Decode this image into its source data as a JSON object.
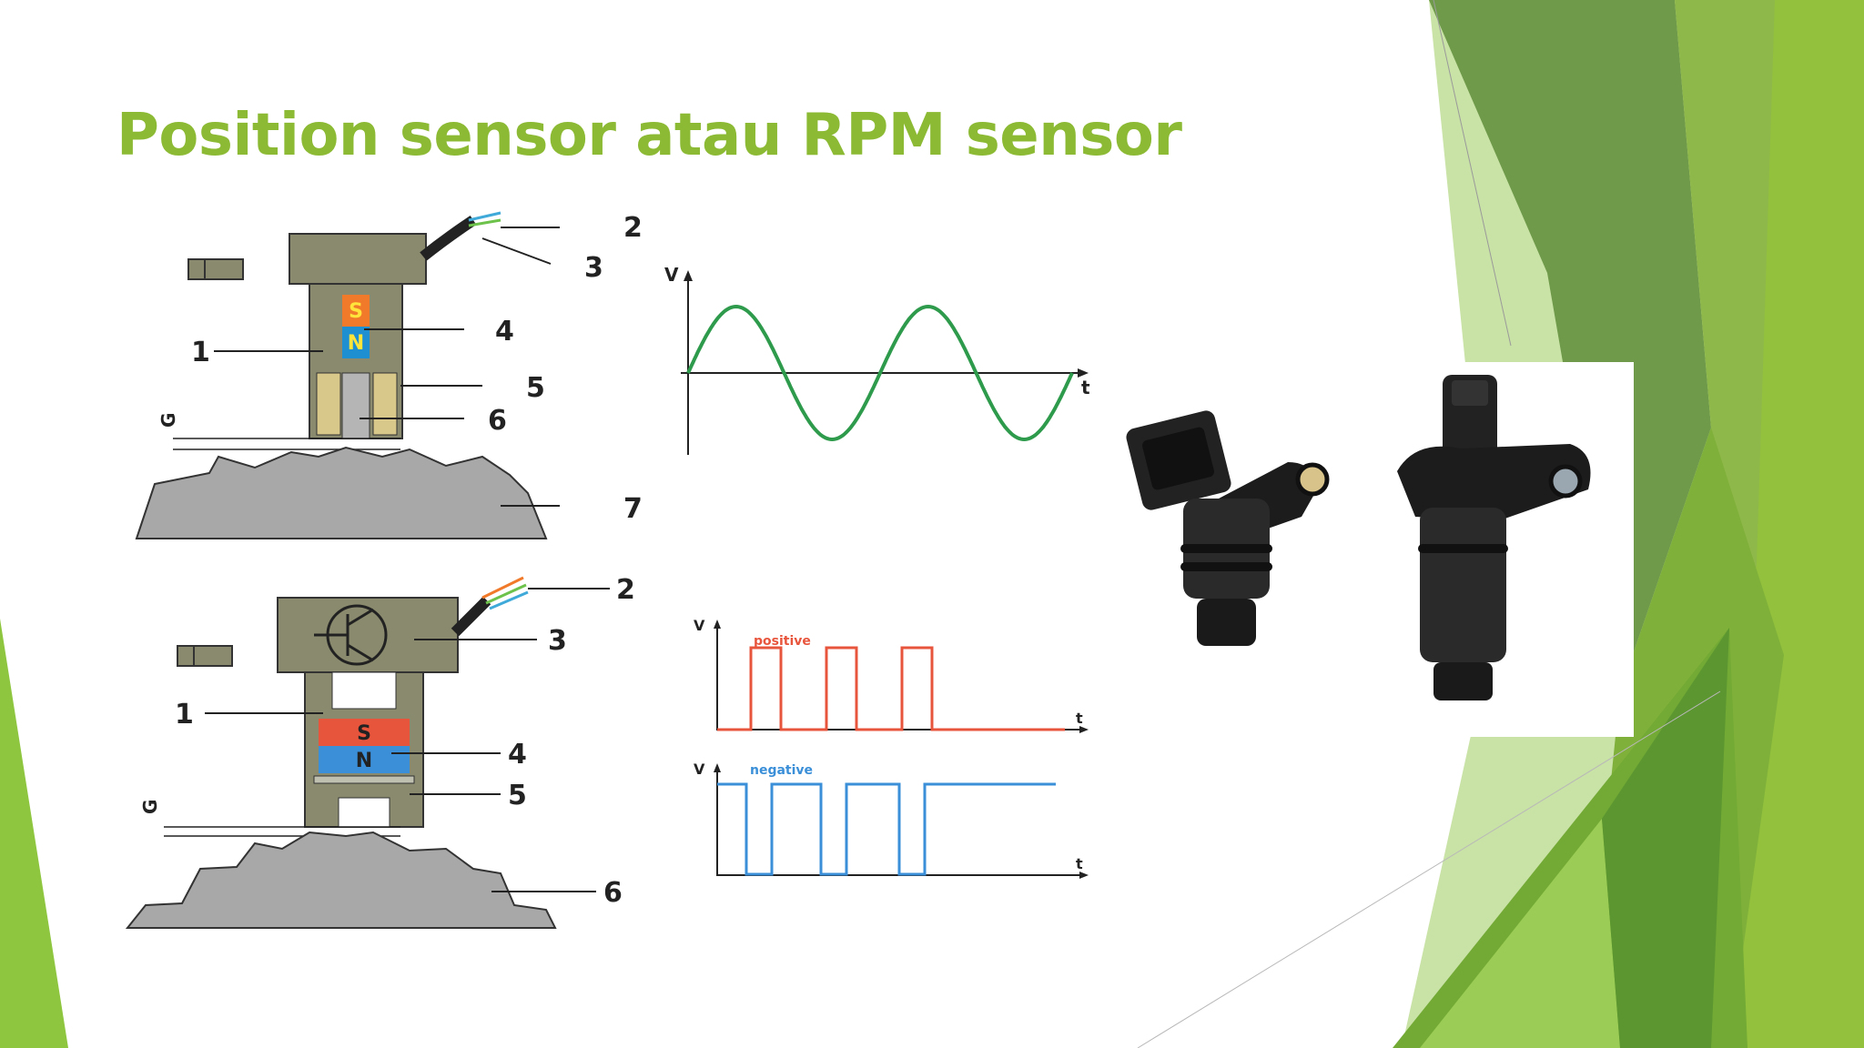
{
  "slide": {
    "title": "Position sensor atau RPM sensor"
  },
  "inductive_sensor": {
    "callouts": [
      "1",
      "2",
      "3",
      "4",
      "5",
      "6",
      "7"
    ],
    "gap_label": "G",
    "magnet_poles": [
      "S",
      "N"
    ]
  },
  "hall_sensor": {
    "callouts": [
      "1",
      "2",
      "3",
      "4",
      "5",
      "6"
    ],
    "gap_label": "G",
    "magnet_poles": [
      "S",
      "N"
    ]
  },
  "sine_chart": {
    "y_axis_label": "V",
    "x_axis_label": "t"
  },
  "square_chart": {
    "positive": {
      "y_axis_label": "V",
      "x_axis_label": "t",
      "series_label": "positive"
    },
    "negative": {
      "y_axis_label": "V",
      "x_axis_label": "t",
      "series_label": "negative"
    }
  },
  "chart_data": [
    {
      "type": "line",
      "x_label": "t",
      "y_label": "V",
      "cycles": 2,
      "waveform": "sine",
      "color": "#2e9a4b"
    },
    {
      "type": "line",
      "x_label": "t",
      "y_label": "V",
      "series": [
        {
          "name": "positive",
          "waveform": "square",
          "pulses": 3,
          "color": "#e8553d"
        },
        {
          "name": "negative",
          "waveform": "square",
          "pulses": 3,
          "color": "#3a8fd8"
        }
      ]
    }
  ],
  "colors": {
    "title_green": "#8cba34",
    "accent_dark_green": "#5b8f3a",
    "accent_light_green": "#8ec63f",
    "sensor_body": "#8a8a6e",
    "gear_gray": "#a8a8a8"
  },
  "photo": {
    "subject": "two black crankshaft/camshaft position sensors"
  }
}
